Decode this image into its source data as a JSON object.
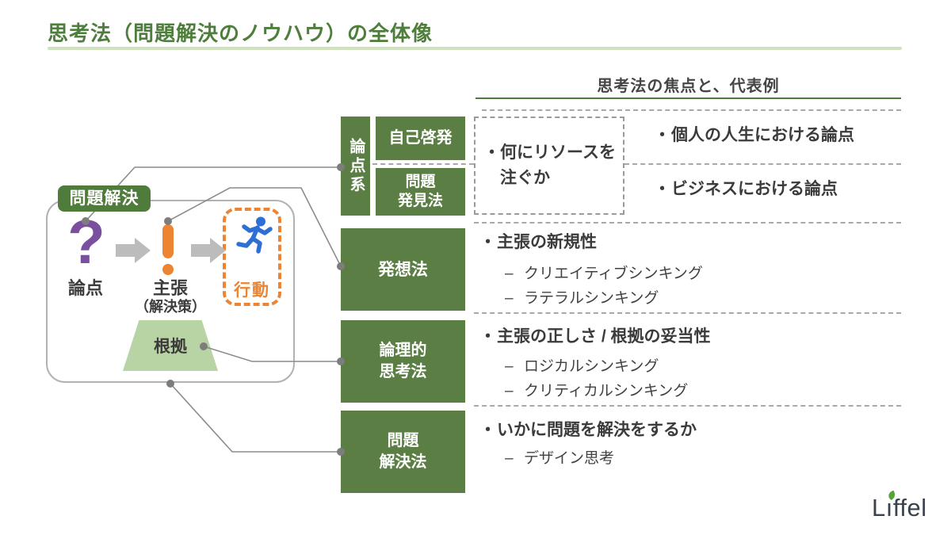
{
  "title": "思考法（問題解決のノウハウ）の全体像",
  "focus_header": "思考法の焦点と、代表例",
  "markers": {
    "bullet": "・",
    "dash": "–"
  },
  "diagram": {
    "badge": "問題解決",
    "question_glyph": "?",
    "steps": [
      {
        "label": "論点"
      },
      {
        "label": "主張",
        "sublabel": "（解決策）"
      },
      {
        "label": "行動"
      }
    ],
    "evidence": "根拠"
  },
  "sections": [
    {
      "category": "論点系",
      "sub_categories": [
        {
          "lines": [
            "自己啓発"
          ]
        },
        {
          "lines": [
            "問題",
            "発見法"
          ]
        }
      ],
      "focus_lines": [
        "何にリソースを",
        "注ぐか"
      ],
      "examples": [
        "個人の人生における論点",
        "ビジネスにおける論点"
      ]
    },
    {
      "category": "発想法",
      "focus": "主張の新規性",
      "methods": [
        "クリエイティブシンキング",
        "ラテラルシンキング"
      ]
    },
    {
      "category_lines": [
        "論理的",
        "思考法"
      ],
      "focus": "主張の正しさ / 根拠の妥当性",
      "methods": [
        "ロジカルシンキング",
        "クリティカルシンキング"
      ]
    },
    {
      "category_lines": [
        "問題",
        "解決法"
      ],
      "focus": "いかに問題を解決をするか",
      "methods": [
        "デザイン思考"
      ]
    }
  ],
  "logo": "Liffel",
  "colors": {
    "green_box": "#5b7e44",
    "title_green": "#4e7e3b",
    "underline_light": "#cfe1bd",
    "underline_dark": "#4c793c",
    "badge_green": "#4f7b3b",
    "orange": "#ed8433",
    "purple": "#7b4fa0",
    "blue": "#2d6fd4",
    "trapezoid_green": "#b8d3a4",
    "text_dark": "#3b3b3b",
    "connector_gray": "#8c8c8c"
  }
}
